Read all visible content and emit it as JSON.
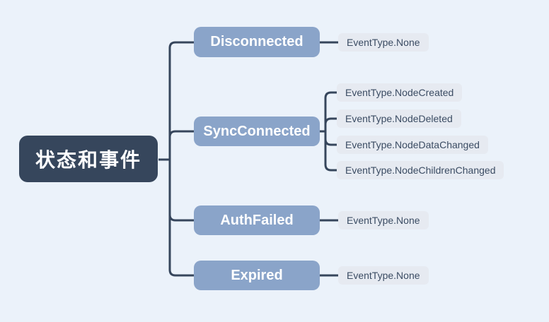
{
  "canvas": {
    "background_color": "#ebf2fa",
    "connector_color": "#36465c"
  },
  "tree": {
    "root": {
      "label": "状态和事件",
      "bg_color": "#36465c",
      "text_color": "#ffffff"
    },
    "branch_bg_color": "#8aa4c9",
    "branch_text_color": "#ffffff",
    "leaf_bg_color": "#e6eaf1",
    "leaf_text_color": "#3b4c63",
    "children": [
      {
        "label": "Disconnected",
        "events": [
          "EventType.None"
        ]
      },
      {
        "label": "SyncConnected",
        "events": [
          "EventType.NodeCreated",
          "EventType.NodeDeleted",
          "EventType.NodeDataChanged",
          "EventType.NodeChildrenChanged"
        ]
      },
      {
        "label": "AuthFailed",
        "events": [
          "EventType.None"
        ]
      },
      {
        "label": "Expired",
        "events": [
          "EventType.None"
        ]
      }
    ]
  }
}
